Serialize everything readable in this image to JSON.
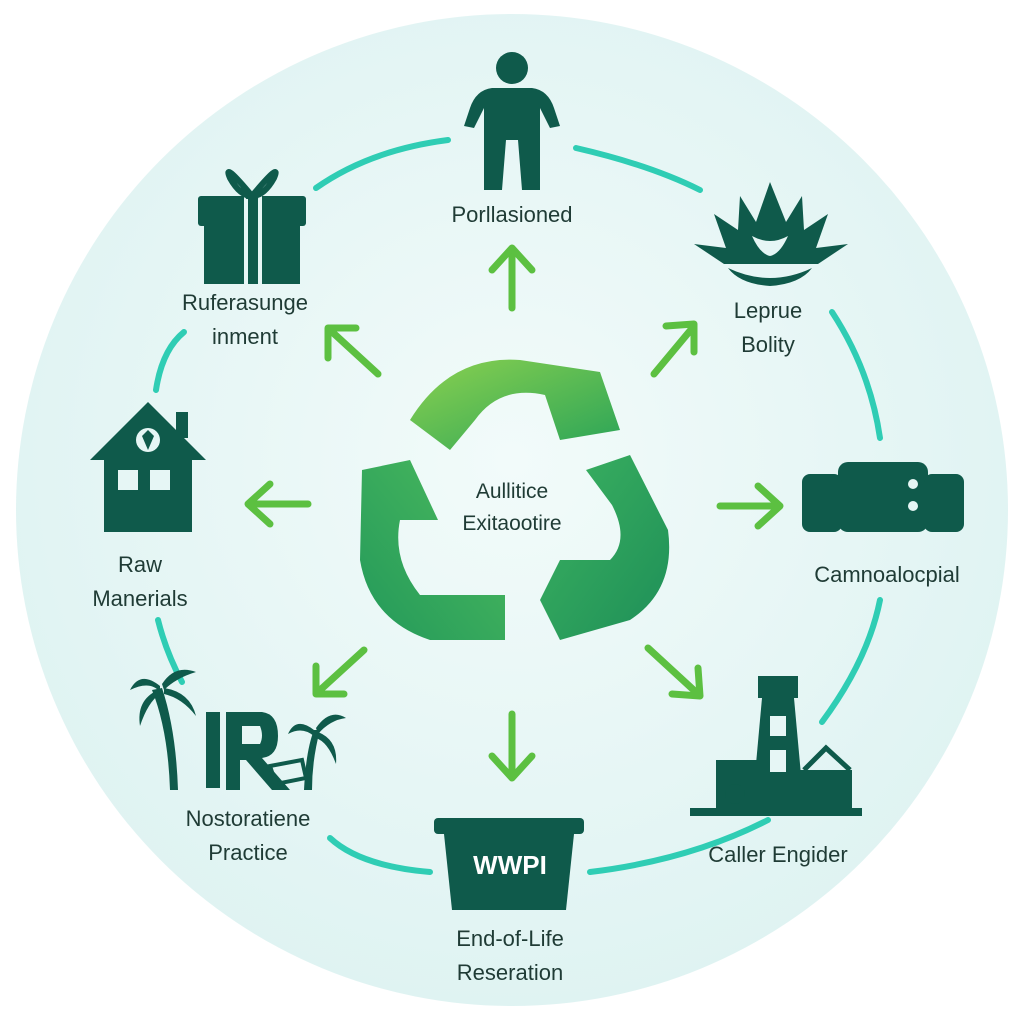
{
  "colors": {
    "background_disc": "#e6f6f5",
    "ring_accent": "#2fcdb4",
    "icon_dark": "#0f5a4b",
    "arrow_green": "#5cc041",
    "recycle_light": "#6fc45a",
    "recycle_dark": "#1f9a5a",
    "label_text": "#1f3b35"
  },
  "center": {
    "line1": "Aullitice",
    "line2": "Exitaootire",
    "icon": "recycle-icon"
  },
  "nodes": [
    {
      "id": "top",
      "icon": "person-icon",
      "line1": "Porllasioned",
      "line2": ""
    },
    {
      "id": "top-right",
      "icon": "plant-leaves-icon",
      "line1": "Leprue",
      "line2": "Bolity"
    },
    {
      "id": "right",
      "icon": "sofa-icon",
      "line1": "Camnoalocpial",
      "line2": ""
    },
    {
      "id": "bottom-right",
      "icon": "factory-tower-icon",
      "line1": "Caller Engider",
      "line2": ""
    },
    {
      "id": "bottom",
      "icon": "waste-bin-icon",
      "bin_text": "WWPI",
      "line1": "End-of-Life",
      "line2": "Reseration"
    },
    {
      "id": "bottom-left",
      "icon": "palm-machine-icon",
      "line1": "Nostoratiene",
      "line2": "Practice"
    },
    {
      "id": "left",
      "icon": "house-icon",
      "line1": "Raw",
      "line2": "Manerials"
    },
    {
      "id": "top-left",
      "icon": "gift-box-icon",
      "line1": "Ruferasunge",
      "line2": "inment"
    }
  ]
}
